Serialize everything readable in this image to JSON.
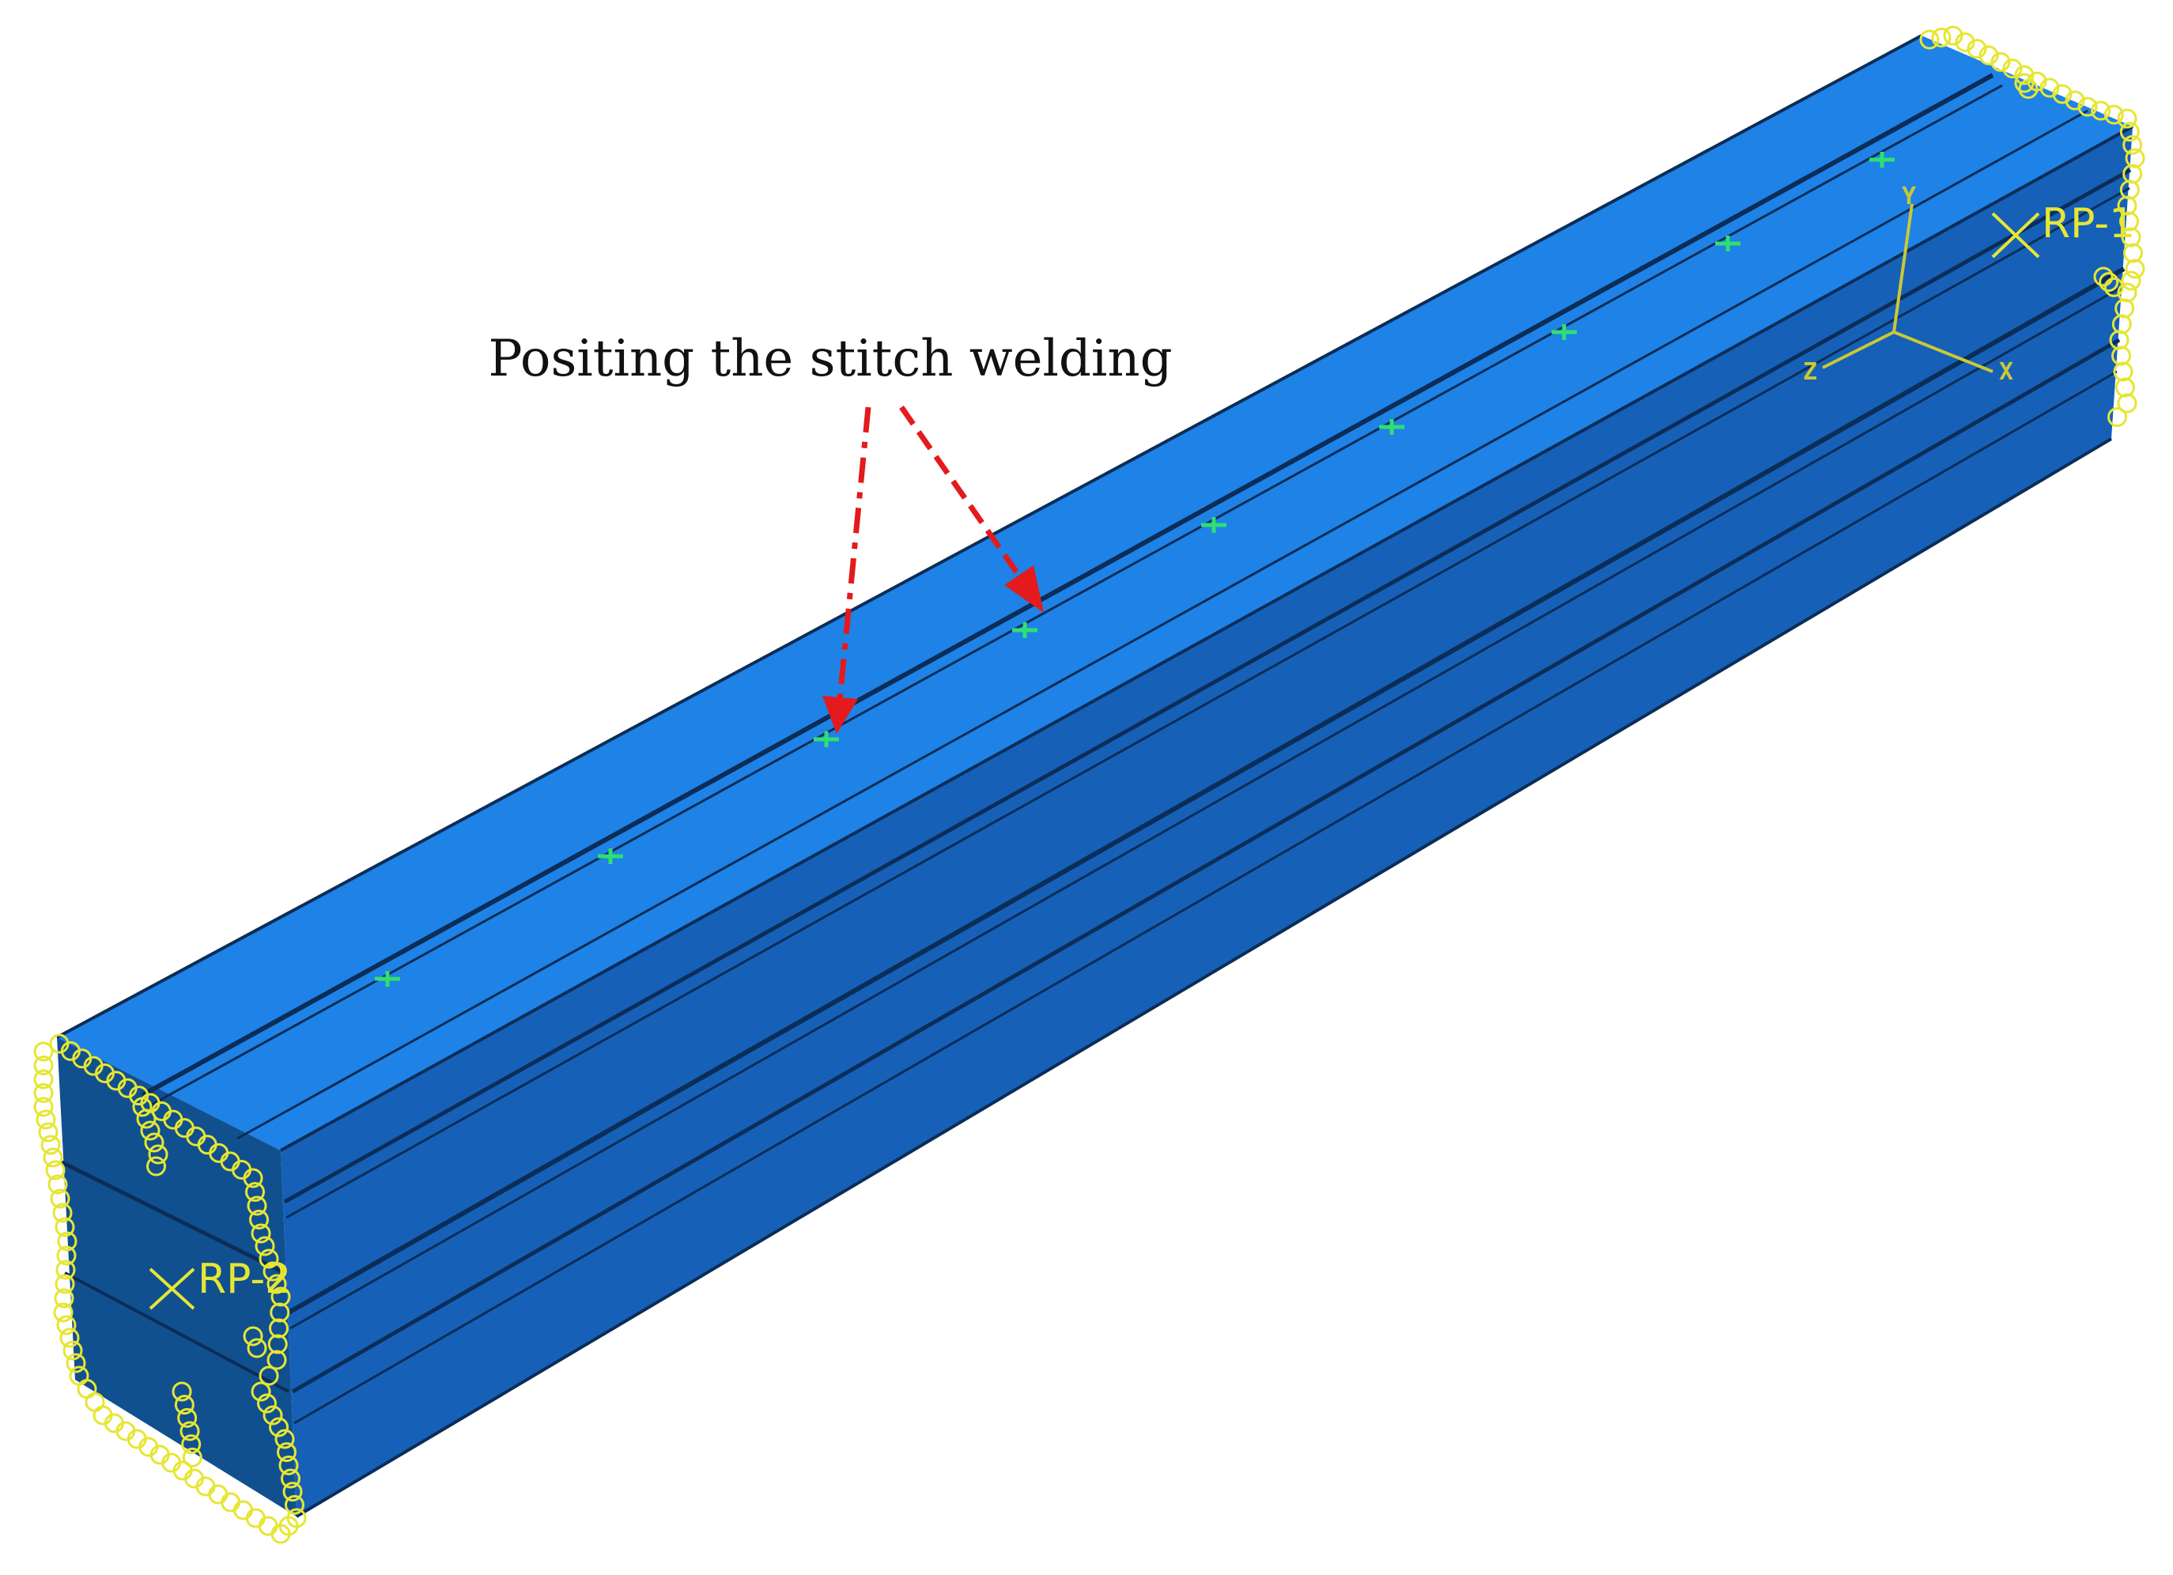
{
  "annotation": {
    "label": "Positing the stitch welding"
  },
  "reference_points": {
    "rp1": "RP-1",
    "rp2": "RP-2"
  },
  "triad": {
    "x": "X",
    "y": "Y",
    "z": "Z"
  },
  "colors": {
    "top_face": "#1f82e6",
    "side_face": "#1660b8",
    "side_face_dark": "#11508f",
    "groove": "#0b2d57",
    "weld_marker": "#2fe070",
    "constraint": "#e6e633",
    "arrow": "#e41a1c",
    "triad": "#c9c935"
  }
}
